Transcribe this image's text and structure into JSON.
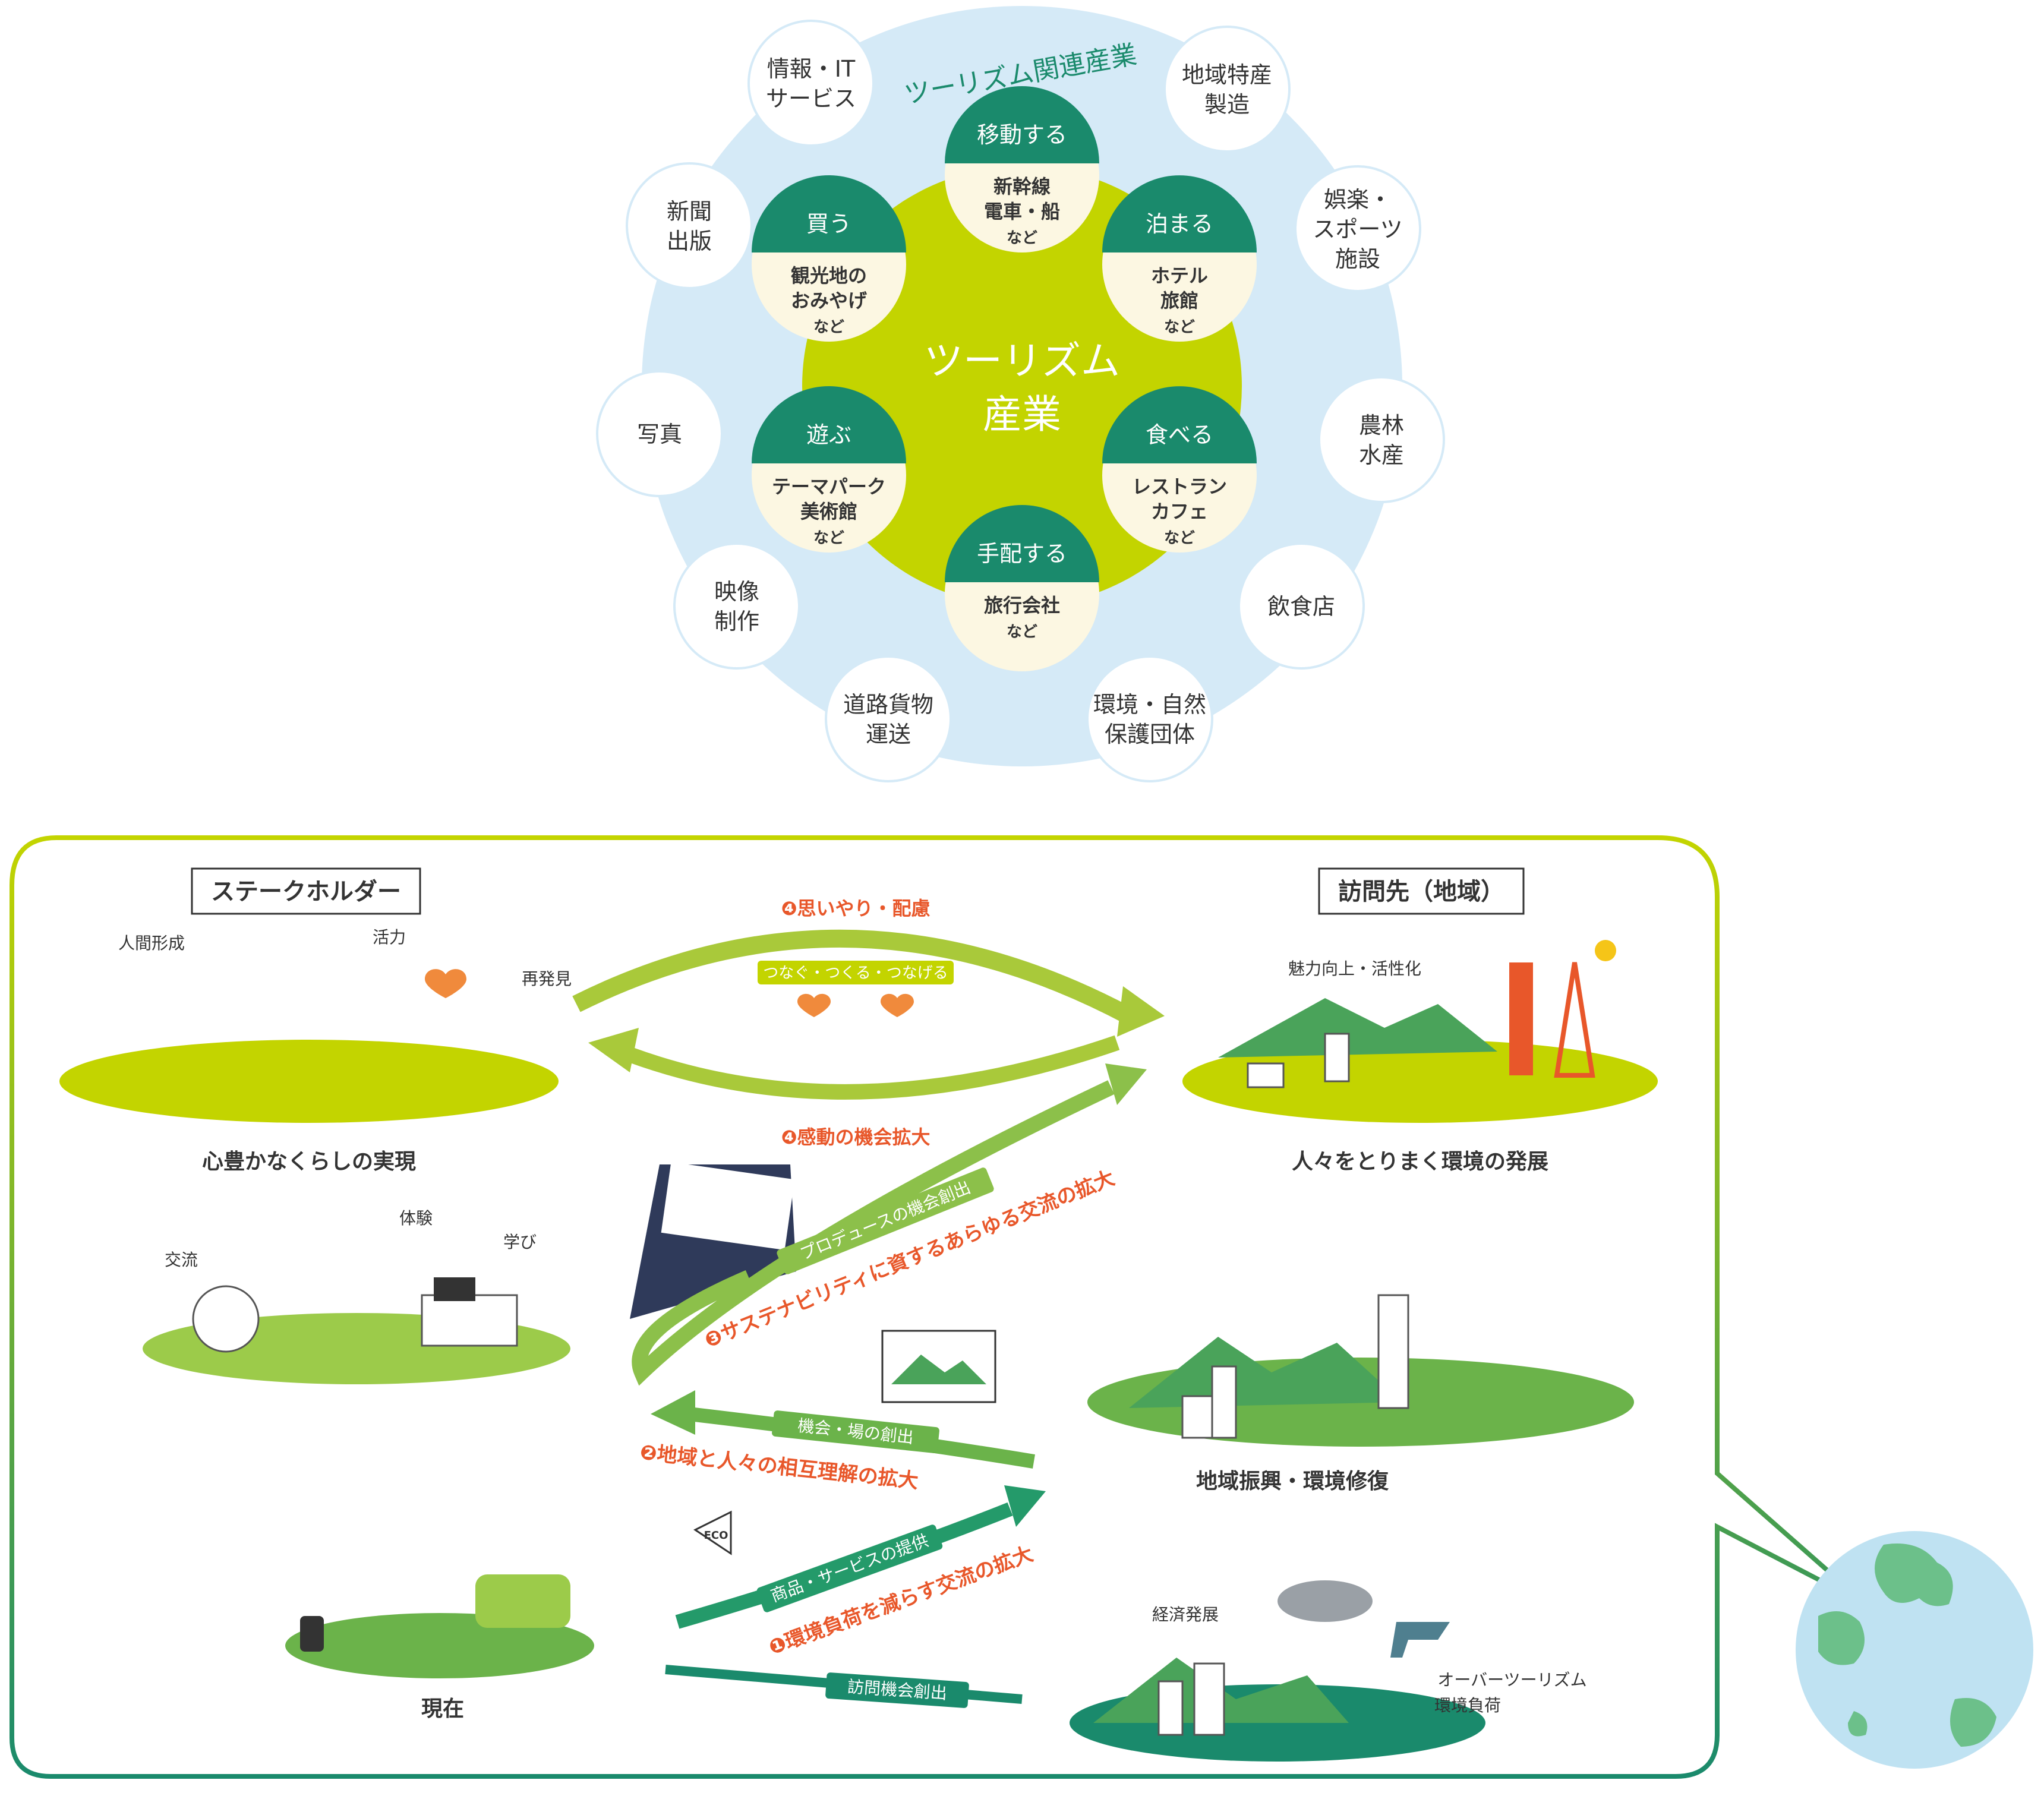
{
  "colors": {
    "outer_ring": "#d5eaf7",
    "inner_circle": "#c3d400",
    "category_header": "#1a8a6c",
    "category_body": "#fcf7e2",
    "frame": "#c3d400",
    "frame_bottom": "#1a8a6c",
    "arrow_light": "#a9c93a",
    "arrow_mid": "#6bb34a",
    "arrow_dark": "#249a6a",
    "label_orange": "#e8572a",
    "ground": "#b7d96a",
    "mountain": "#4aa35a"
  },
  "top": {
    "related_title": "ツーリズム関連産業",
    "center_line1": "ツーリズム",
    "center_line2": "産業",
    "categories": [
      {
        "head": "移動する",
        "l1": "新幹線",
        "l2": "電車・船",
        "l3": "など"
      },
      {
        "head": "泊まる",
        "l1": "ホテル",
        "l2": "旅館",
        "l3": "など"
      },
      {
        "head": "食べる",
        "l1": "レストラン",
        "l2": "カフェ",
        "l3": "など"
      },
      {
        "head": "手配する",
        "l1": "旅行会社",
        "l2": "など",
        "l3": ""
      },
      {
        "head": "遊ぶ",
        "l1": "テーマパーク",
        "l2": "美術館",
        "l3": "など"
      },
      {
        "head": "買う",
        "l1": "観光地の",
        "l2": "おみやげ",
        "l3": "など"
      }
    ],
    "related": [
      {
        "l1": "情報・IT",
        "l2": "サービス"
      },
      {
        "l1": "地域特産",
        "l2": "製造"
      },
      {
        "l1": "娯楽・",
        "l2": "スポーツ",
        "l3": "施設"
      },
      {
        "l1": "農林",
        "l2": "水産"
      },
      {
        "l1": "飲食店",
        "l2": ""
      },
      {
        "l1": "環境・自然",
        "l2": "保護団体"
      },
      {
        "l1": "道路貨物",
        "l2": "運送"
      },
      {
        "l1": "映像",
        "l2": "制作"
      },
      {
        "l1": "写真",
        "l2": ""
      },
      {
        "l1": "新聞",
        "l2": "出版"
      }
    ]
  },
  "bottom": {
    "stakeholder_title": "ステークホルダー",
    "destination_title": "訪問先（地域）",
    "labels": {
      "jinkan": "人間形成",
      "katsuryoku": "活力",
      "saihakken": "再発見",
      "kokoro": "心豊かなくらしの実現",
      "koryu": "交流",
      "taiken": "体験",
      "manabi": "学び",
      "genzai": "現在",
      "miryoku": "魅力向上・活性化",
      "hitobito": "人々をとりまく環境の発展",
      "chiiki": "地域振興・環境修復",
      "keizai": "経済発展",
      "over1": "オーバーツーリズム",
      "over2": "環境負荷"
    },
    "arrows": {
      "a4_top": "❹思いやり・配慮",
      "tsunagu": "つなぐ・つくる・つなげる",
      "a4_bottom": "❹感動の機会拡大",
      "produce": "プロデュースの機会創出",
      "a3": "❸サステナビリティに資するあらゆる交流の拡大",
      "kikai": "機会・場の創出",
      "a2": "❷地域と人々の相互理解の拡大",
      "shohin": "商品・サービスの提供",
      "a1": "❶環境負荷を減らす交流の拡大",
      "homon": "訪問機会創出"
    },
    "eco_sign": "ECO"
  }
}
